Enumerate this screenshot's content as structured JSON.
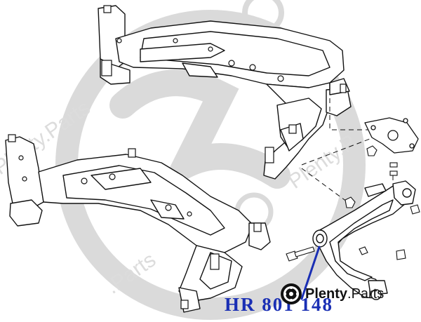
{
  "callout": {
    "part_number": "HR 801 148",
    "color": "#1a2fb4"
  },
  "watermark": {
    "brand_strong": "Plenty",
    "brand_suffix": ".Parts",
    "color": "#d6d6d6"
  },
  "drawing": {
    "line_color": "#111111",
    "callout_line_color": "#1a2fb4"
  }
}
